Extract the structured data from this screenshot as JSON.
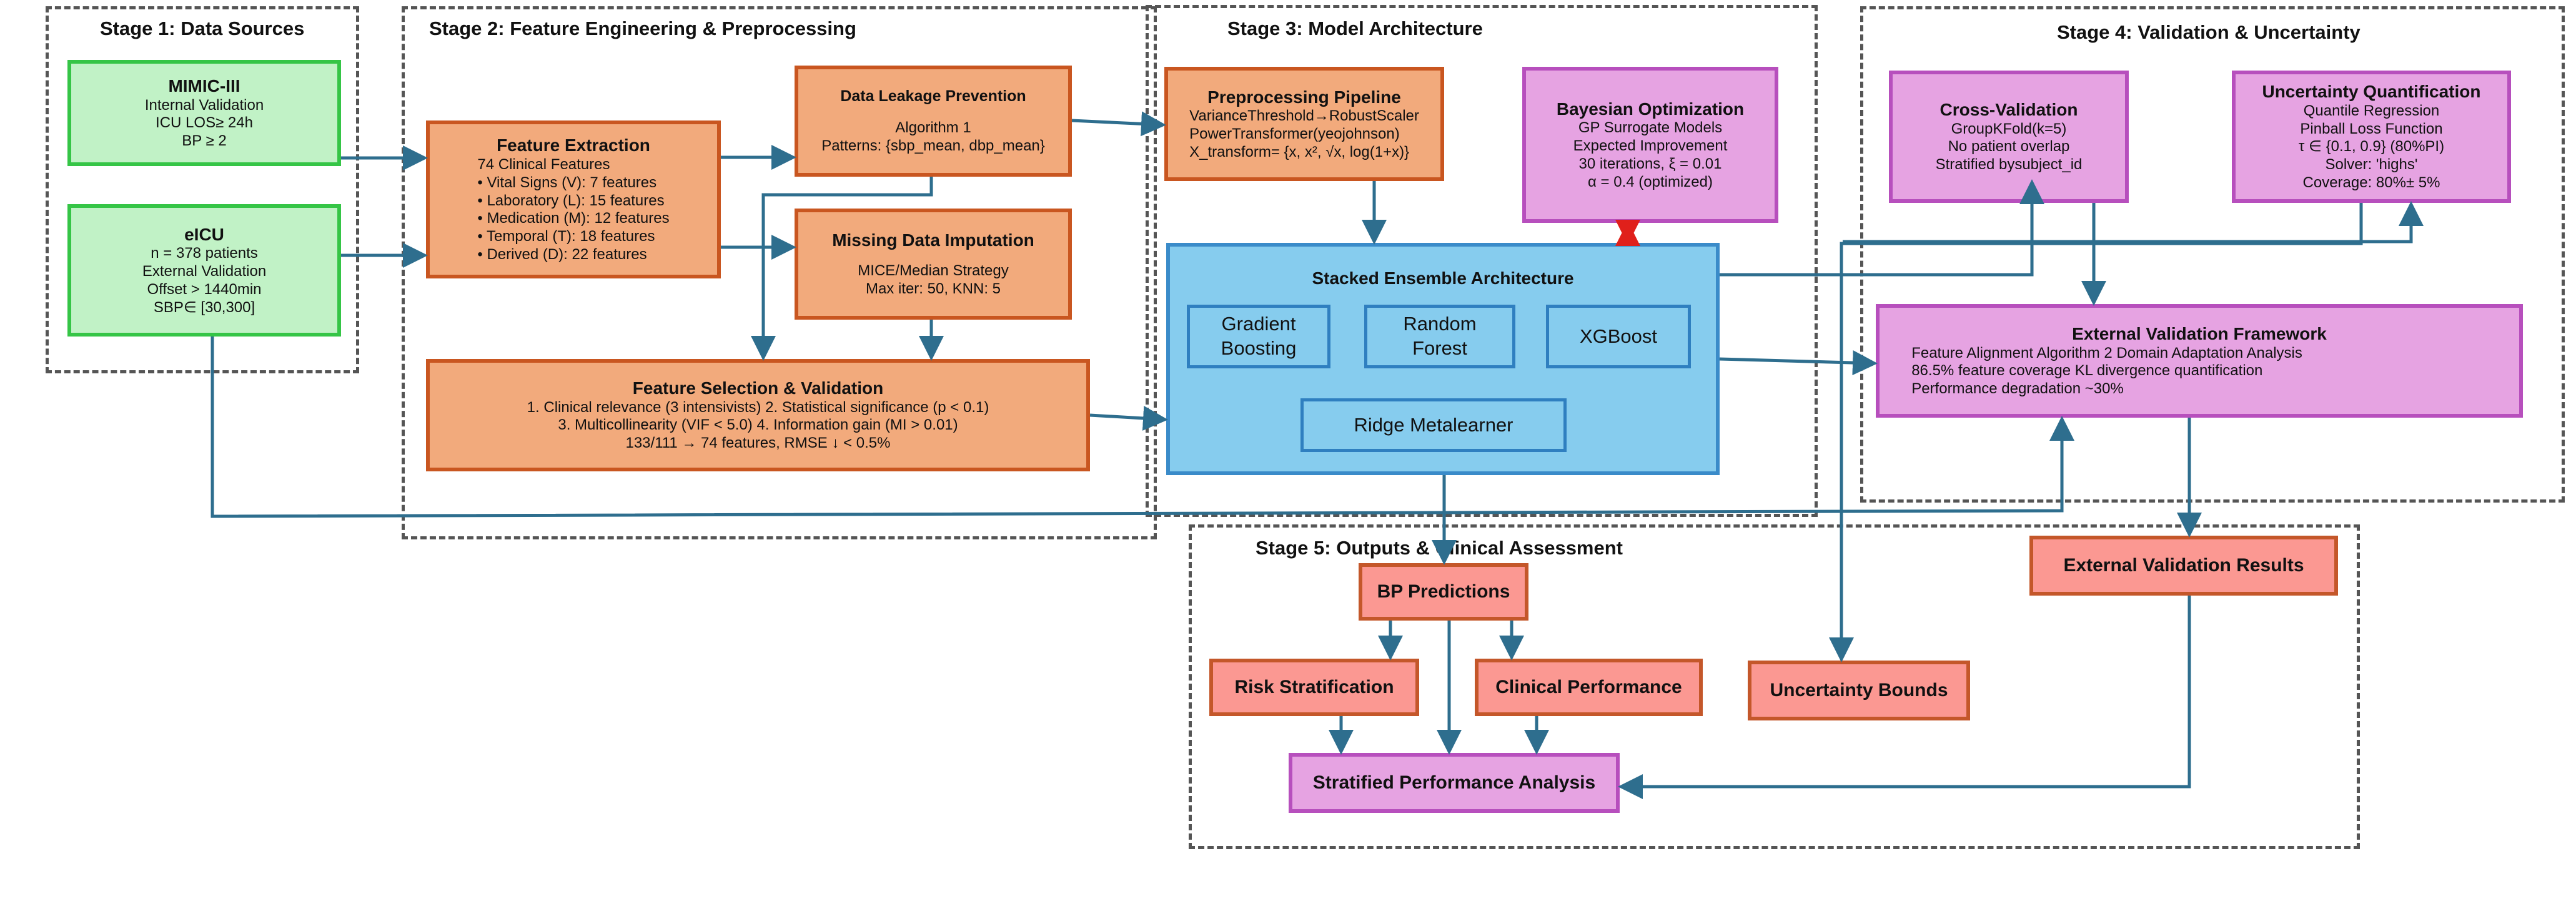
{
  "stages": {
    "s1": "Stage 1: Data Sources",
    "s2": "Stage 2: Feature Engineering & Preprocessing",
    "s3": "Stage 3: Model Architecture",
    "s4": "Stage 4: Validation & Uncertainty",
    "s5": "Stage 5: Outputs & Clinical Assessment"
  },
  "mimic": {
    "title": "MIMIC-III",
    "lines": [
      "Internal Validation",
      "ICU LOS≥ 24h",
      "BP ≥ 2"
    ]
  },
  "eicu": {
    "title": "eICU",
    "lines": [
      "n = 378 patients",
      "External Validation",
      "Offset > 1440min",
      "SBP∈ [30,300]"
    ]
  },
  "feature_extraction": {
    "title": "Feature Extraction",
    "lines": [
      "74 Clinical Features",
      "• Vital Signs (V): 7 features",
      "• Laboratory (L): 15 features",
      "• Medication (M): 12 features",
      "• Temporal (T): 18 features",
      "• Derived (D): 22 features"
    ]
  },
  "leakage": {
    "title": "Data Leakage Prevention",
    "lines": [
      "Algorithm 1",
      "Patterns: {sbp_mean, dbp_mean}"
    ]
  },
  "imputation": {
    "title": "Missing Data Imputation",
    "lines": [
      "MICE/Median Strategy",
      "Max iter: 50, KNN: 5"
    ]
  },
  "selection": {
    "title": "Feature Selection & Validation",
    "lines": [
      "1. Clinical relevance (3 intensivists) 2. Statistical significance (p < 0.1)",
      "3. Multicollinearity (VIF < 5.0) 4. Information gain (MI > 0.01)",
      "133/111 → 74 features, RMSE ↓ < 0.5%"
    ]
  },
  "preprocessing": {
    "title": "Preprocessing Pipeline",
    "lines": [
      "VarianceThreshold→RobustScaler",
      "PowerTransformer(yeojohnson)",
      "X_transform= {x, x², √x, log(1+x)}"
    ]
  },
  "bayesian": {
    "title": "Bayesian Optimization",
    "lines": [
      "GP Surrogate Models",
      "Expected Improvement",
      "30 iterations, ξ = 0.01",
      "α = 0.4 (optimized)"
    ]
  },
  "ensemble": {
    "title": "Stacked Ensemble Architecture",
    "gb": [
      "Gradient",
      "Boosting"
    ],
    "rf": [
      "Random",
      "Forest"
    ],
    "xgb": "XGBoost",
    "ridge": "Ridge Metalearner"
  },
  "cross_validation": {
    "title": "Cross-Validation",
    "lines": [
      "GroupKFold(k=5)",
      "No patient overlap",
      "Stratified bysubject_id"
    ]
  },
  "uncertainty": {
    "title": "Uncertainty Quantification",
    "lines": [
      "Quantile Regression",
      "Pinball Loss Function",
      "τ ∈ {0.1, 0.9} (80%PI)",
      "Solver: 'highs'",
      "Coverage: 80%± 5%"
    ]
  },
  "external_framework": {
    "title": "External Validation Framework",
    "lines": [
      "Feature Alignment Algorithm 2 Domain Adaptation Analysis",
      "86.5% feature coverage KL divergence quantification",
      "Performance degradation ~30%"
    ]
  },
  "outputs": {
    "bp": "BP Predictions",
    "risk": "Risk Stratification",
    "clinical": "Clinical Performance",
    "bounds": "Uncertainty Bounds",
    "ext_results": "External Validation Results",
    "stratified": "Stratified Performance Analysis"
  },
  "colors": {
    "arrow": "#2e6e8e",
    "dashed_arrow": "#e0201b"
  }
}
